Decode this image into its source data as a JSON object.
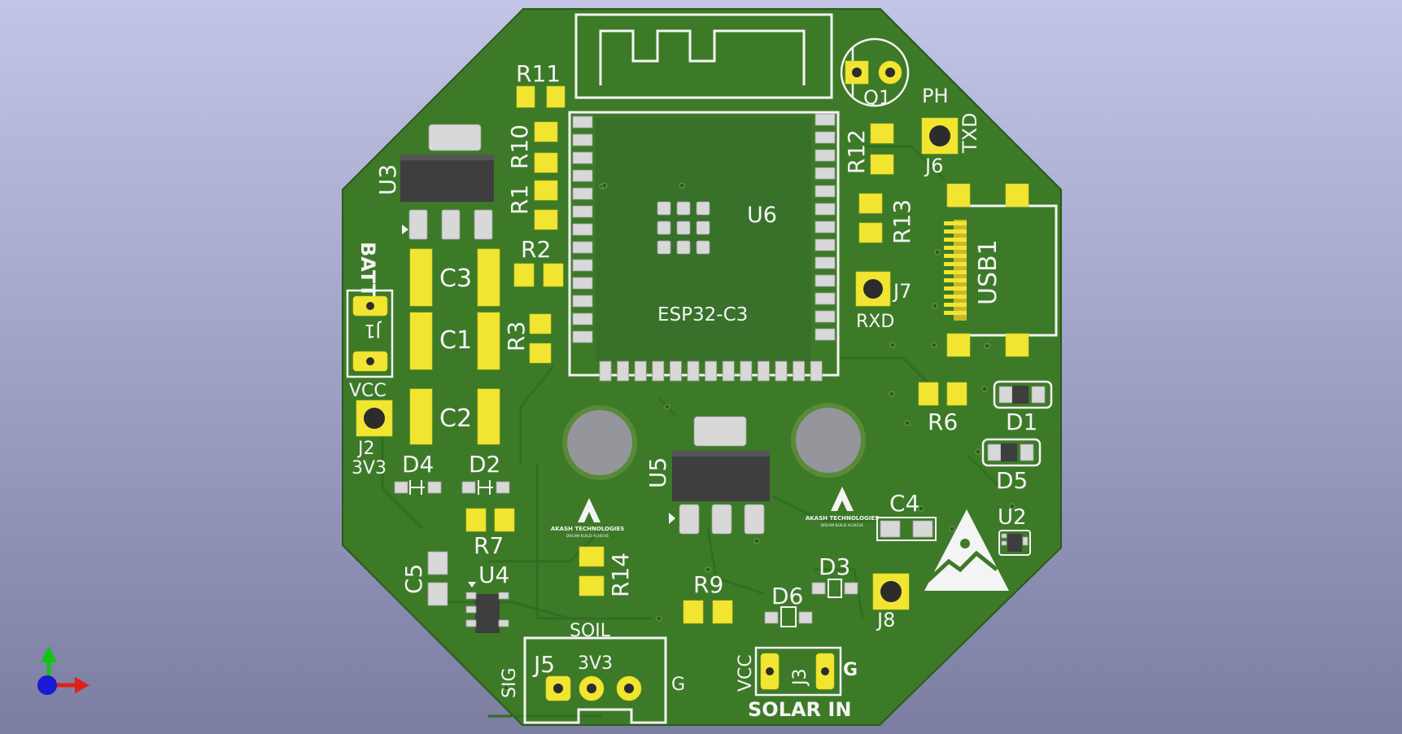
{
  "board": {
    "labels": {
      "r11": "R11",
      "r10": "R10",
      "r1": "R1",
      "r2": "R2",
      "r3": "R3",
      "r12": "R12",
      "r13": "R13",
      "r6": "R6",
      "r7": "R7",
      "r9": "R9",
      "r14": "R14",
      "c1": "C1",
      "c2": "C2",
      "c3": "C3",
      "c4": "C4",
      "c5": "C5",
      "u2": "U2",
      "u3": "U3",
      "u4": "U4",
      "u5": "U5",
      "u6": "U6",
      "d1": "D1",
      "d2": "D2",
      "d3": "D3",
      "d4": "D4",
      "d5": "D5",
      "d6": "D6",
      "q1": "Q1",
      "ph": "PH",
      "txd": "TXD",
      "j6": "J6",
      "j7": "J7",
      "rxd": "RXD",
      "usb1": "USB1",
      "batt": "BATT",
      "j1": "J1",
      "vcc": "VCC",
      "j2": "J2",
      "v3v3": "3V3",
      "soil": "SOIL",
      "sig": "SIG",
      "j5": "J5",
      "j5_3v3": "3V3",
      "g": "G",
      "solar_vcc": "VCC",
      "j3": "J3",
      "solar_g": "G",
      "solar_in": "SOLAR IN",
      "j8": "J8",
      "esp": "ESP32-C3",
      "logo_name_1": "AKASH TECHNOLOGIES",
      "logo_tag_1": "DREAM BUILD ACHIEVE",
      "logo_name_2": "AKASH TECHNOLOGIES",
      "logo_tag_2": "DREAM BUILD ACHIEVE"
    }
  },
  "icons": {
    "axis": "xyz-axis-gizmo-icon",
    "esd": "esd-warning-icon",
    "logo": "akash-technologies-logo-icon"
  },
  "colors": {
    "background_top": "#c3c5e6",
    "background_bottom": "#7b7da1",
    "board": "#3d7a28",
    "pad": "#f2e531",
    "silkscreen": "#f4f4f4"
  }
}
